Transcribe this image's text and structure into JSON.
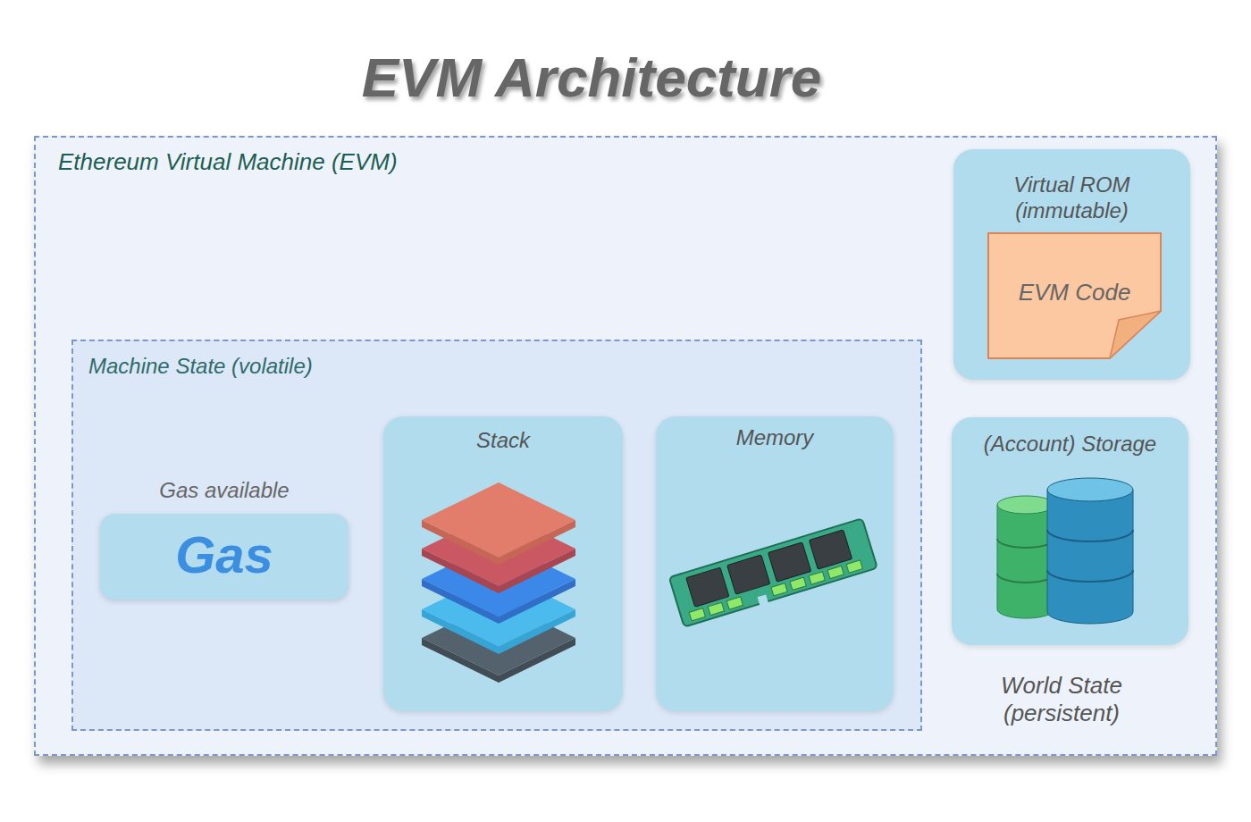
{
  "diagram": {
    "title": "EVM Architecture",
    "nodes": [
      {
        "text": [
          "Ethereum Virtual Machine (EVM)"
        ]
      },
      {
        "text": [
          "Virtual ROM (immutable)"
        ],
        "in": 0
      },
      {
        "text": [
          "EVM Code"
        ],
        "in": 1
      },
      {
        "text": [
          "Machine State (volatile)"
        ],
        "in": 0
      },
      {
        "text": [
          "Gas available",
          "Gas"
        ],
        "in": 3
      },
      {
        "text": [
          "Stack"
        ],
        "in": 3
      },
      {
        "text": [
          "Memory"
        ],
        "in": 3
      },
      {
        "text": [
          "(Account) Storage"
        ],
        "in": 0
      }
    ],
    "labels": [
      "World State (persistent)"
    ]
  }
}
